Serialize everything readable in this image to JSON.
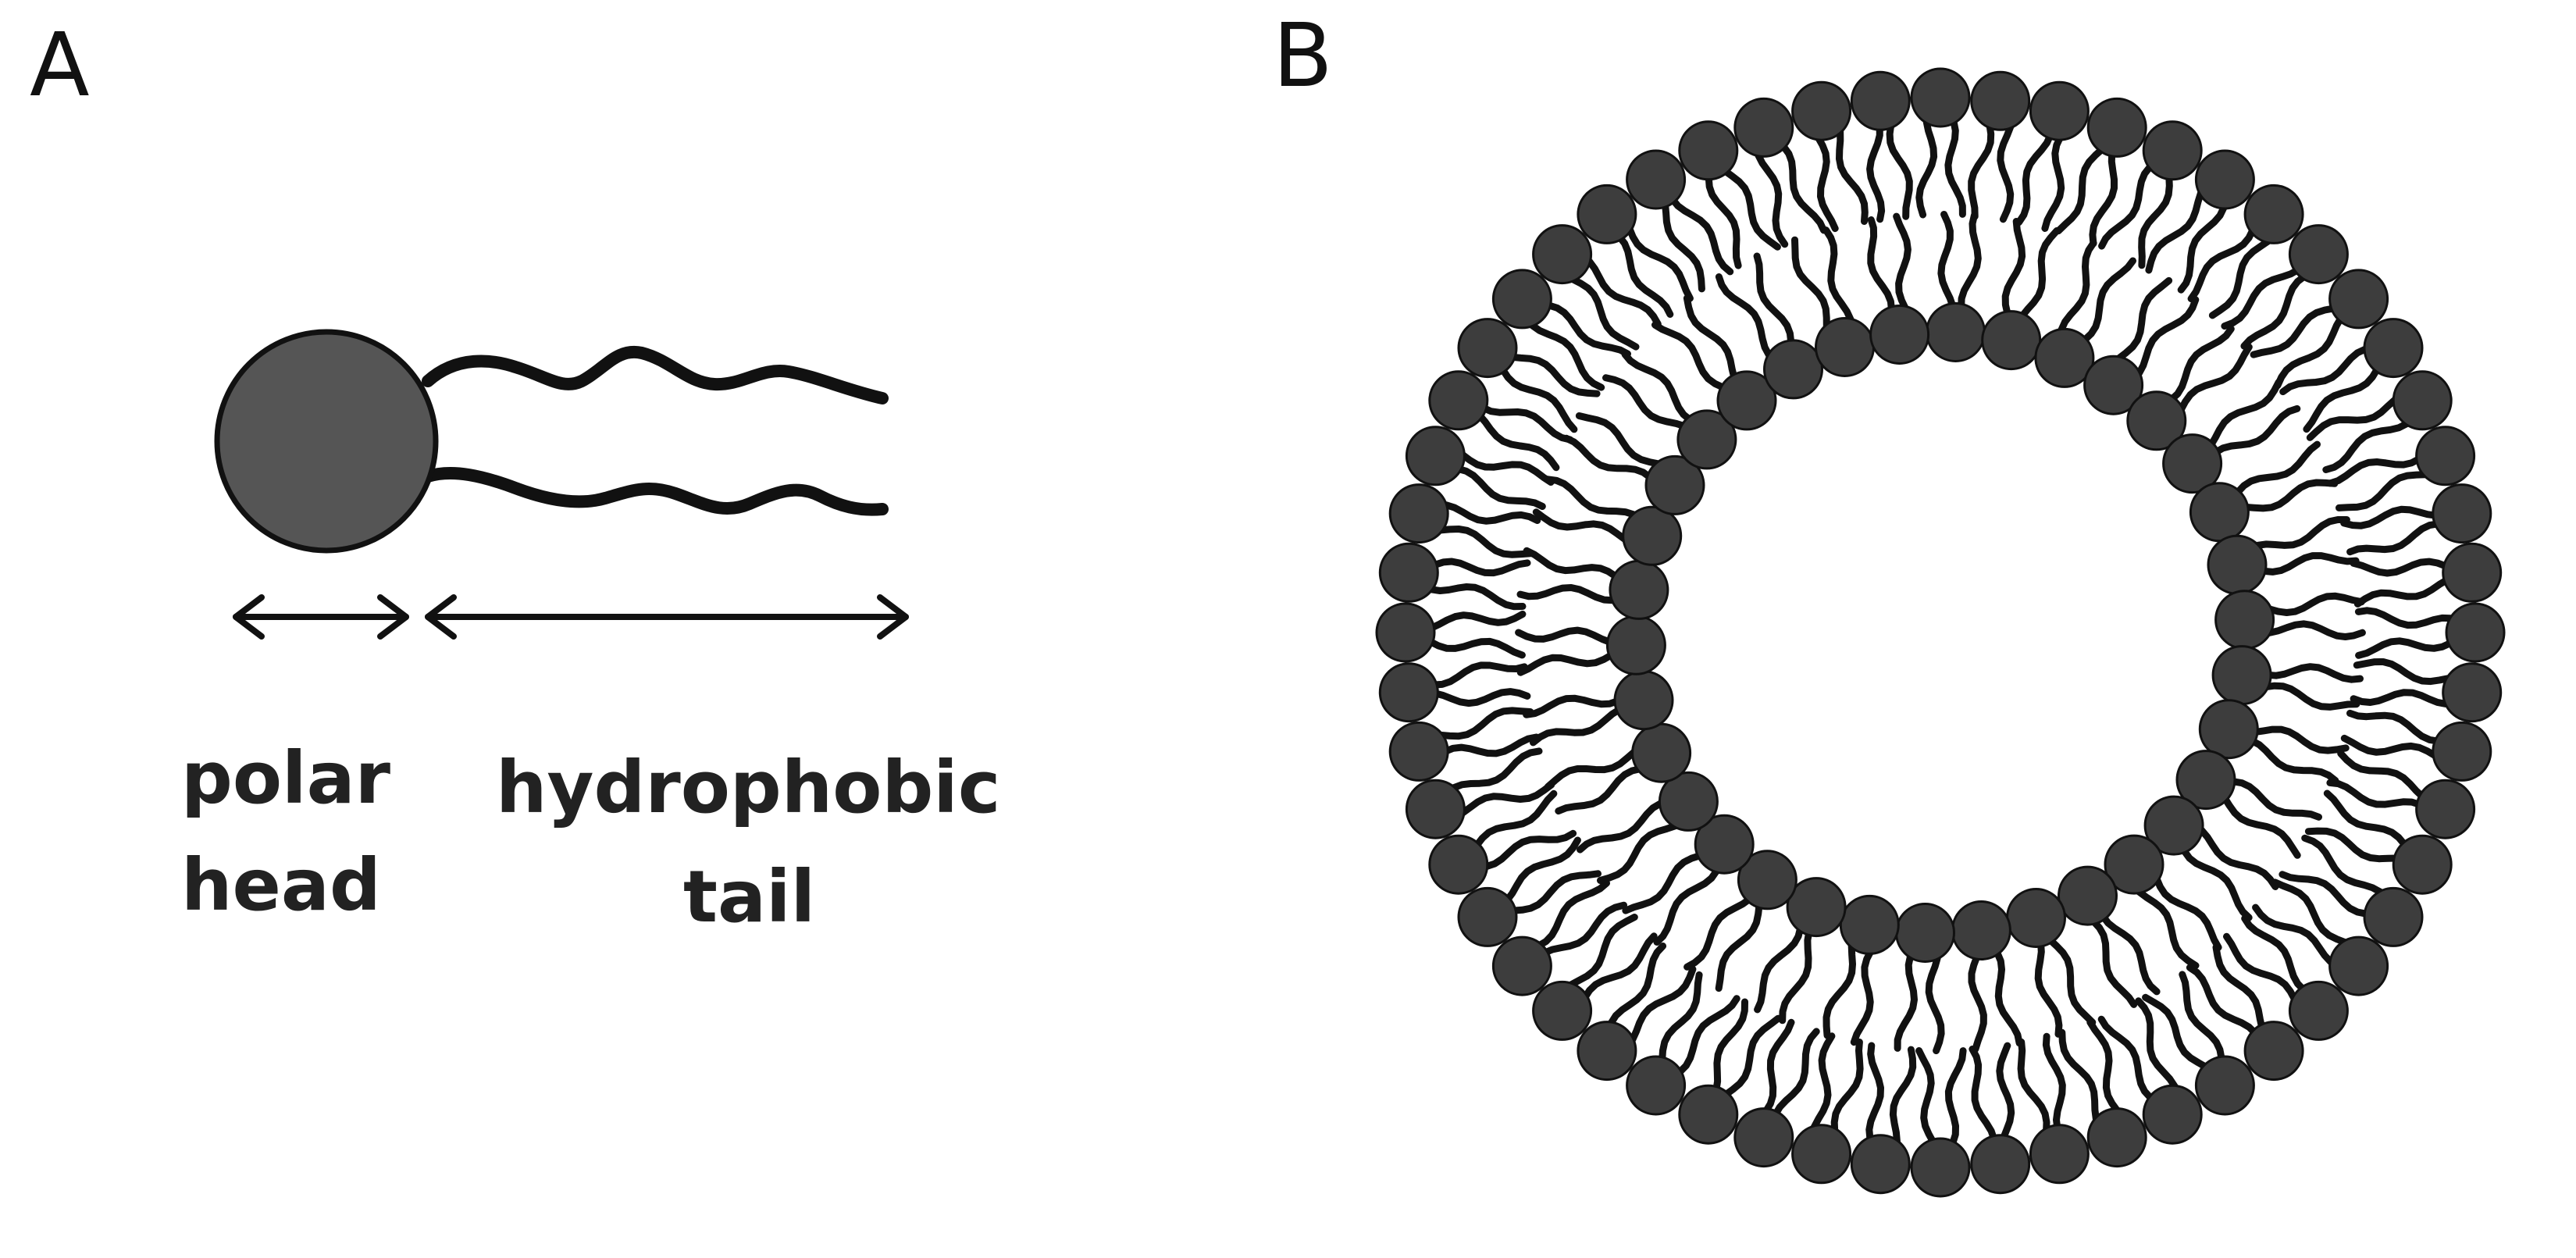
{
  "panels": {
    "a": {
      "letter": "A"
    },
    "b": {
      "letter": "B"
    }
  },
  "labels": {
    "head_line1": "polar",
    "head_line2": "head",
    "tail_line1": "hydrophobic",
    "tail_line2": "tail"
  },
  "colors": {
    "head_fill": "#555555",
    "vesicle_head_fill": "#3d3d3d",
    "outline": "#111111",
    "background": "#ffffff"
  },
  "vesicle": {
    "outer_leaflet_lipids": 56,
    "inner_leaflet_lipids": 34
  }
}
